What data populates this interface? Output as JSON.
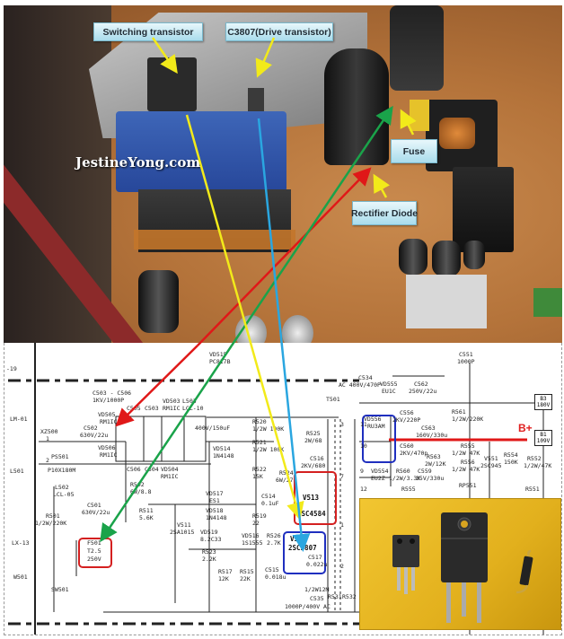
{
  "photo": {
    "watermark": "JestineYong.com",
    "callouts": {
      "switching_transistor": "Switching transistor",
      "drive_transistor": "C3807(Drive transistor)",
      "fuse": "Fuse",
      "rectifier_diode": "Rectifier Diode"
    }
  },
  "schematic": {
    "section_marker": "-19",
    "input": {
      "lm01": "LM-01",
      "l501": "L501",
      "xz500": "XZ500",
      "pin1": "1",
      "pin2": "2",
      "lx13": "LX-13",
      "w501": "W501",
      "sw501": "SW501",
      "ps501": "PS501",
      "ps501_val": "P10X180M",
      "l502": "L502",
      "l502_val": "LCL-05",
      "r501": "R501",
      "r501_val": "1/2W/220K",
      "c501": "C501",
      "c501_val": "630V/22u",
      "f501": "F501",
      "f501_rating": "T2.5",
      "f501_volt": "250V"
    },
    "bridge": {
      "c503_c506": "C503 - C506",
      "c503_c506_val": "1KV/1000P",
      "c502": "C502",
      "c502_val": "630V/22u",
      "vd505": "VD505",
      "vd505_val": "RM1IC",
      "vd506": "VD506",
      "vd506_val": "RM1IC",
      "c505": "C505",
      "c503": "C503",
      "vd503": "VD503",
      "vd503_val": "RM1IC",
      "l503": "L503",
      "l503_val": "LCL-10",
      "c506": "C506",
      "c504": "C504",
      "vd504": "VD504",
      "vd504_val": "RM1IC",
      "r502": "R502",
      "r502_val": "6W/8.8",
      "c_bulk": "400V/150uF"
    },
    "control": {
      "vd515": "VD515",
      "vd515_val": "PC817B",
      "r520": "R520",
      "r520_val": "1/2W 100K",
      "r521": "R521",
      "r521_val": "1/2W 100K",
      "r522": "R522",
      "r522_val": "15K",
      "vd514": "VD514",
      "vd514_val": "1N4148",
      "r511": "R511",
      "r511_val": "5.6K",
      "v511": "V511",
      "v511_val": "2SA1015",
      "vd517": "VD517",
      "vd517_val": "ES1",
      "vd518": "VD518",
      "vd518_val": "1N4148",
      "vd519": "VD519",
      "vd519_val": "8.2C33",
      "r523": "R523",
      "r523_val": "2.2K",
      "r517": "R517",
      "r517_val": "12K",
      "r515": "R515",
      "r515_val": "22K",
      "c514": "C514",
      "c514_val": "0.1uF",
      "r519": "R519",
      "r519_val": "22",
      "vd516": "VD516",
      "vd516_val": "1S1555",
      "r526": "R526",
      "r526_val": "2.7K",
      "c515": "C515",
      "c515_val": "0.018u",
      "r524": "R524",
      "r524_val": "6W/27",
      "r525": "R525",
      "r525_val": "2W/68",
      "c516": "C516",
      "c516_val": "2KV/680",
      "v513": "V513",
      "v513_val": "2SC4584",
      "v512": "V512",
      "v512_val": "2SC3807",
      "c517": "C517",
      "c517_val": "0.022u",
      "r531_note": "1/2W12M",
      "c535": "C535",
      "c535_val": "1000P/400V AC",
      "r531": "R531",
      "r532": "R532",
      "c534": "C534",
      "c534_val": "AC 400V/470P",
      "t501": "T501",
      "pin3": "3",
      "pin11": "11",
      "pin10": "10",
      "pin7": "7",
      "pin9": "9",
      "pin12": "12",
      "pin1t": "1",
      "pin2t": "2"
    },
    "secondary": {
      "vd555": "VD555",
      "vd555_val": "EU1C",
      "c562": "C562",
      "c562_val": "250V/22u",
      "c556": "C556",
      "c556_val": "2KV/220P",
      "vd556": "VD556",
      "vd556_val": "RU3AM",
      "c560": "C560",
      "c560_val": "2KV/470p",
      "c563": "C563",
      "c563_val": "160V/330u",
      "vd554": "VD554",
      "vd554_val": "EU2Z",
      "r560": "R560",
      "r560_val": "1/2W/3.3K",
      "c559": "C559",
      "c559_val": "35V/330u",
      "r561": "R561",
      "r561_val": "1/2W/220K",
      "r563": "R563",
      "r563_val": "2W/12K",
      "r555": "R555",
      "r555_val": "1/2W 47K",
      "r556": "R556",
      "r556_val": "1/2W 47K",
      "v551": "V551",
      "v551_val": "2SC945",
      "r554": "R554",
      "r554_val": "150K",
      "r552": "R552",
      "r552_val": "1/2W/47K",
      "rp551": "RP551",
      "r551": "R551",
      "r555b": "R555",
      "c551": "C551",
      "c551_val": "1000P",
      "b3": "B3",
      "b3_val": "180V",
      "b1": "B1",
      "b1_val": "109V",
      "bplus": "B+"
    }
  },
  "colors": {
    "red_arrow": "#e01818",
    "green_arrow": "#1aa34a",
    "yellow_arrow": "#f2ea1a",
    "blue_arrow": "#2aa6e0",
    "red_box": "#d42020",
    "blue_box": "#1f2fbf"
  }
}
